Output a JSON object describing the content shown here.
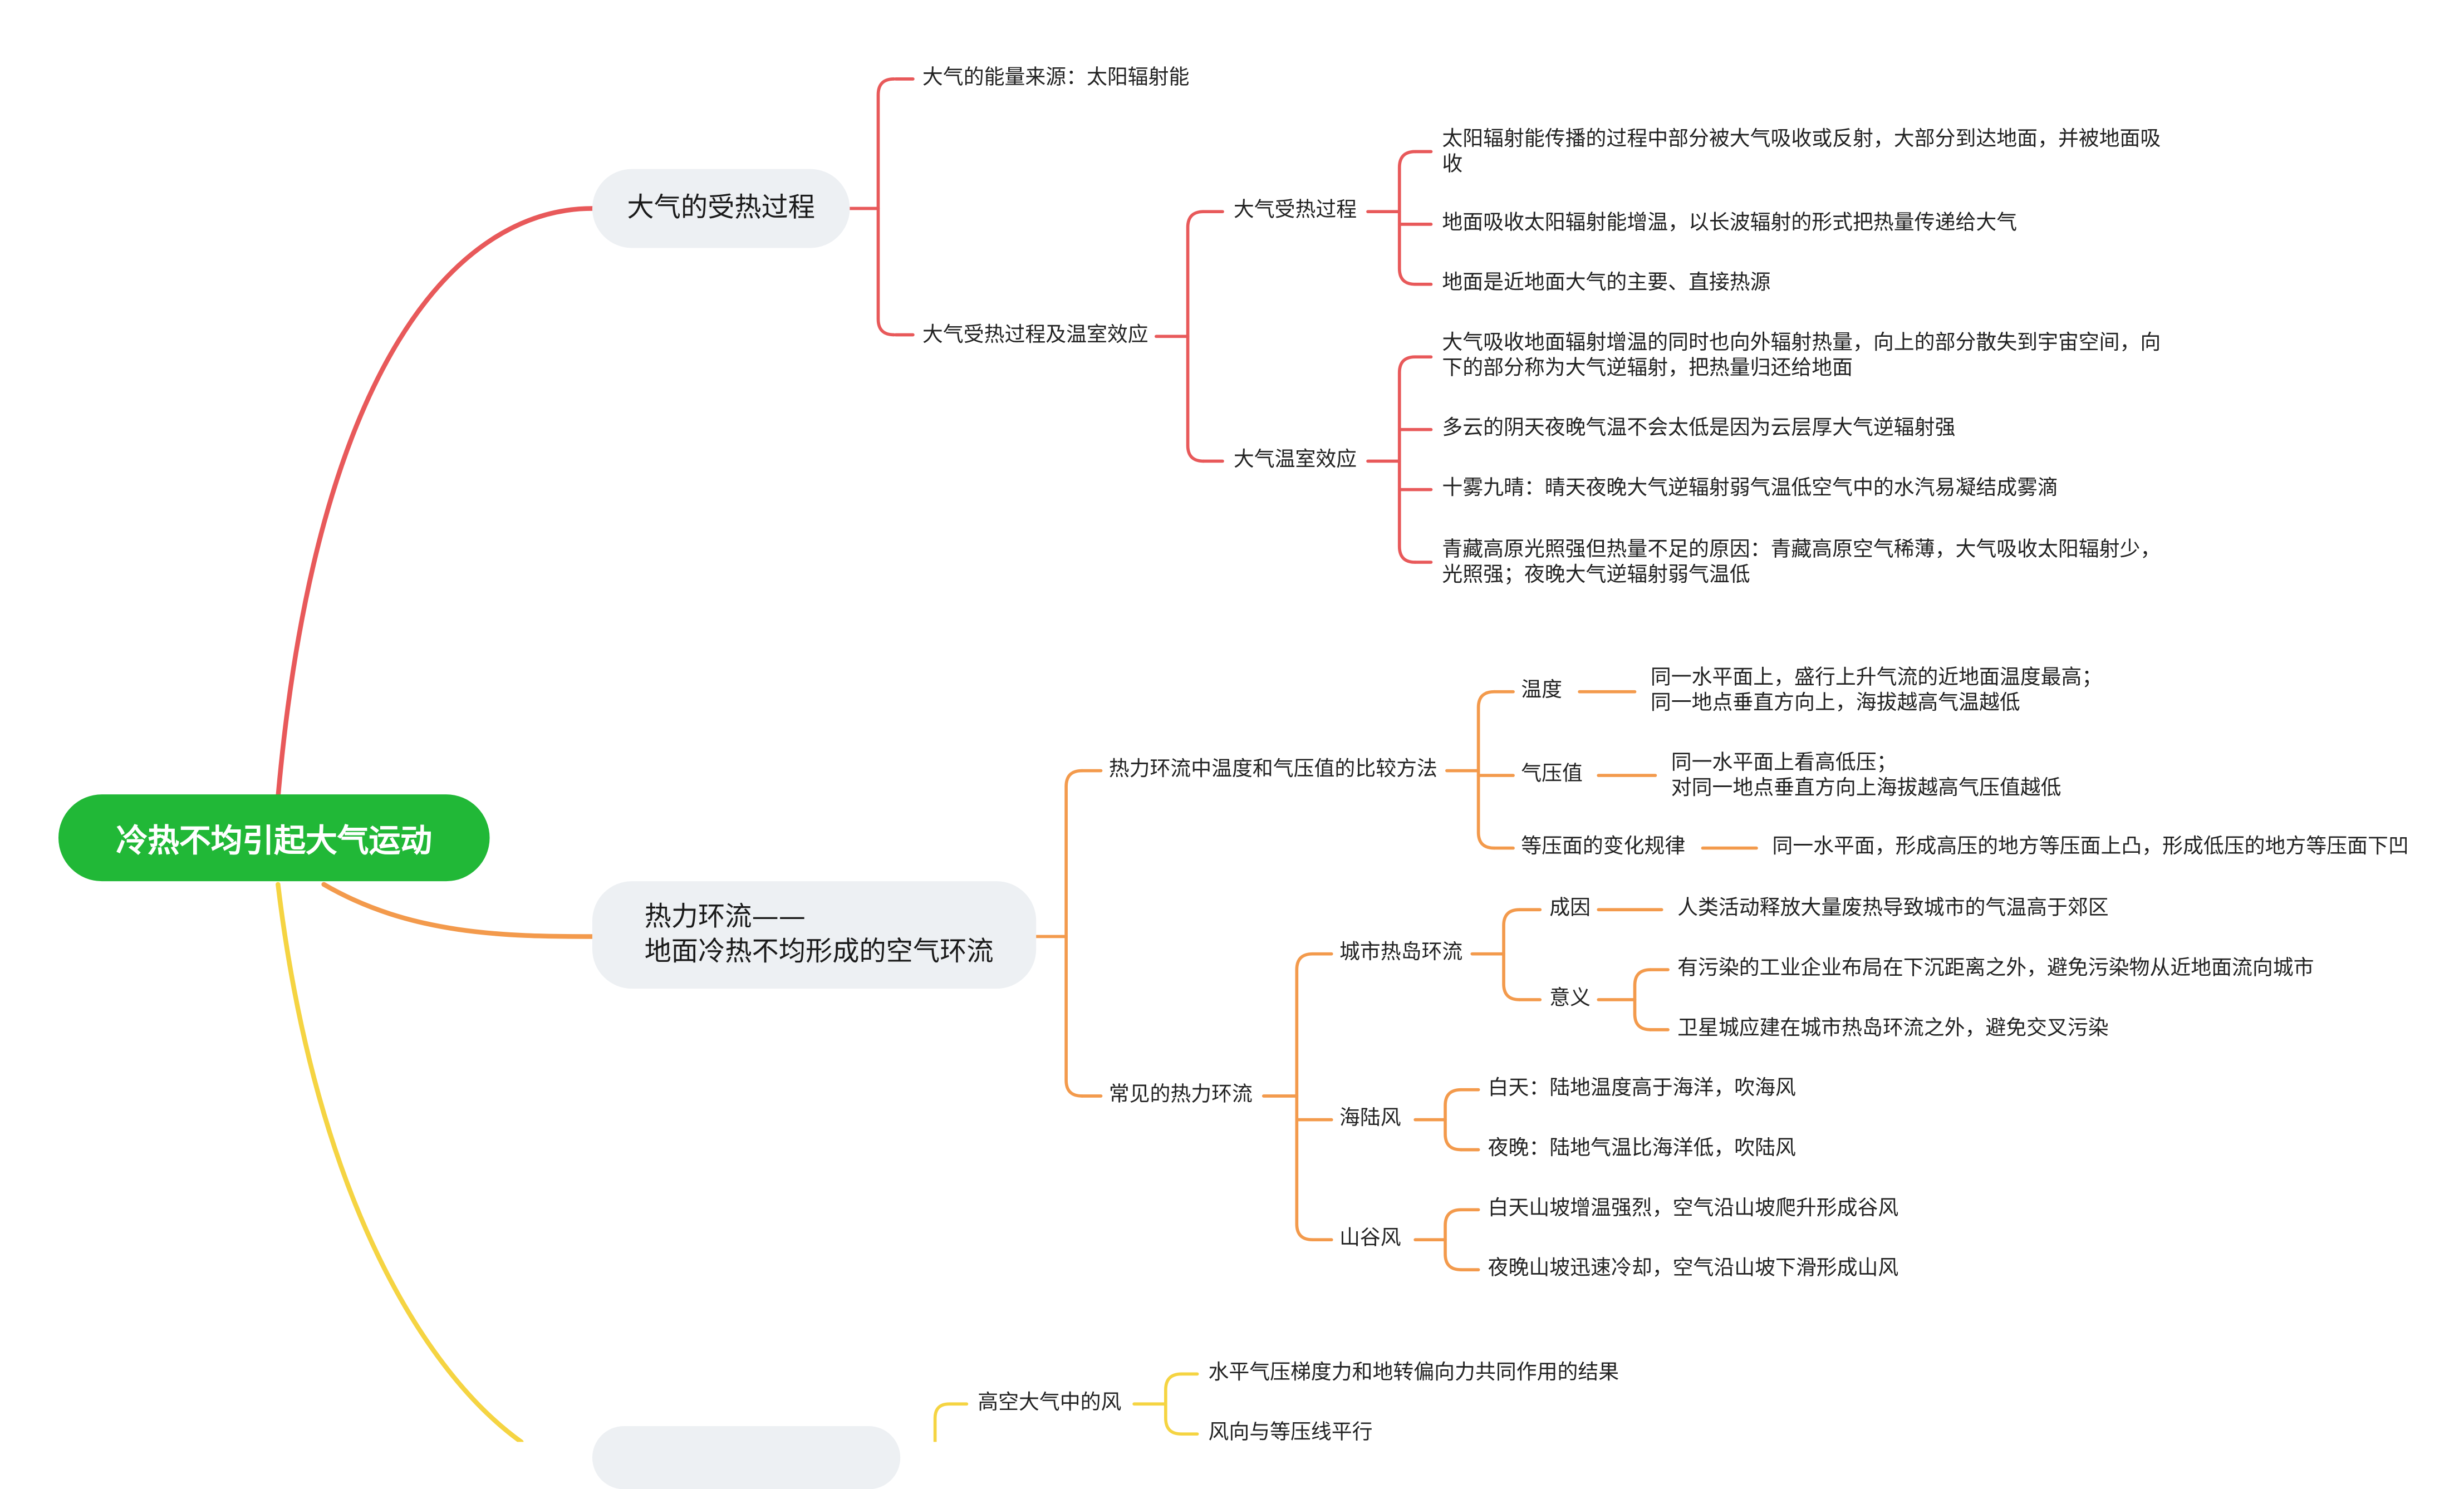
{
  "root": "冷热不均引起大气运动",
  "colors": {
    "root_bg": "#21b837",
    "branch1": "#e8595a",
    "branch2": "#f39a4c",
    "branch3": "#f5d442",
    "pill_bg": "#edf0f3"
  },
  "b1": {
    "title": "大气的受热过程",
    "c1": "大气的能量来源：太阳辐射能",
    "c2": "大气受热过程及温室效应",
    "g1": {
      "label": "大气受热过程",
      "items": [
        [
          "太阳辐射能传播的过程中部分被大气吸收或反射，大部分到达地面，并被地面吸",
          "收"
        ],
        [
          "地面吸收太阳辐射能增温，以长波辐射的形式把热量传递给大气"
        ],
        [
          "地面是近地面大气的主要、直接热源"
        ]
      ]
    },
    "g2": {
      "label": "大气温室效应",
      "items": [
        [
          "大气吸收地面辐射增温的同时也向外辐射热量，向上的部分散失到宇宙空间，向",
          "下的部分称为大气逆辐射，把热量归还给地面"
        ],
        [
          "多云的阴天夜晚气温不会太低是因为云层厚大气逆辐射强"
        ],
        [
          "十雾九晴：晴天夜晚大气逆辐射弱气温低空气中的水汽易凝结成雾滴"
        ],
        [
          "青藏高原光照强但热量不足的原因：青藏高原空气稀薄，大气吸收太阳辐射少，",
          "光照强；夜晚大气逆辐射弱气温低"
        ]
      ]
    }
  },
  "b2": {
    "title": [
      "热力环流——",
      "地面冷热不均形成的空气环流"
    ],
    "c1": {
      "label": "热力环流中温度和气压值的比较方法",
      "temp": {
        "label": "温度",
        "text": [
          "同一水平面上，盛行上升气流的近地面温度最高；",
          "同一地点垂直方向上，海拔越高气温越低"
        ]
      },
      "press": {
        "label": "气压值",
        "text": [
          "同一水平面上看高低压；",
          "对同一地点垂直方向上海拔越高气压值越低"
        ]
      },
      "iso": {
        "label": "等压面的变化规律",
        "text": "同一水平面，形成高压的地方等压面上凸，形成低压的地方等压面下凹"
      }
    },
    "c2": {
      "label": "常见的热力环流",
      "city": {
        "label": "城市热岛环流",
        "cause_label": "成因",
        "cause": "人类活动释放大量废热导致城市的气温高于郊区",
        "sig_label": "意义",
        "sig": [
          "有污染的工业企业布局在下沉距离之外，避免污染物从近地面流向城市",
          "卫星城应建在城市热岛环流之外，避免交叉污染"
        ]
      },
      "sea": {
        "label": "海陆风",
        "items": [
          "白天：陆地温度高于海洋，吹海风",
          "夜晚：陆地气温比海洋低，吹陆风"
        ]
      },
      "valley": {
        "label": "山谷风",
        "items": [
          "白天山坡增温强烈，空气沿山坡爬升形成谷风",
          "夜晚山坡迅速冷却，空气沿山坡下滑形成山风"
        ]
      }
    }
  },
  "b3": {
    "c1": {
      "label": "高空大气中的风",
      "items": [
        "水平气压梯度力和地转偏向力共同作用的结果",
        "风向与等压线平行"
      ]
    }
  }
}
